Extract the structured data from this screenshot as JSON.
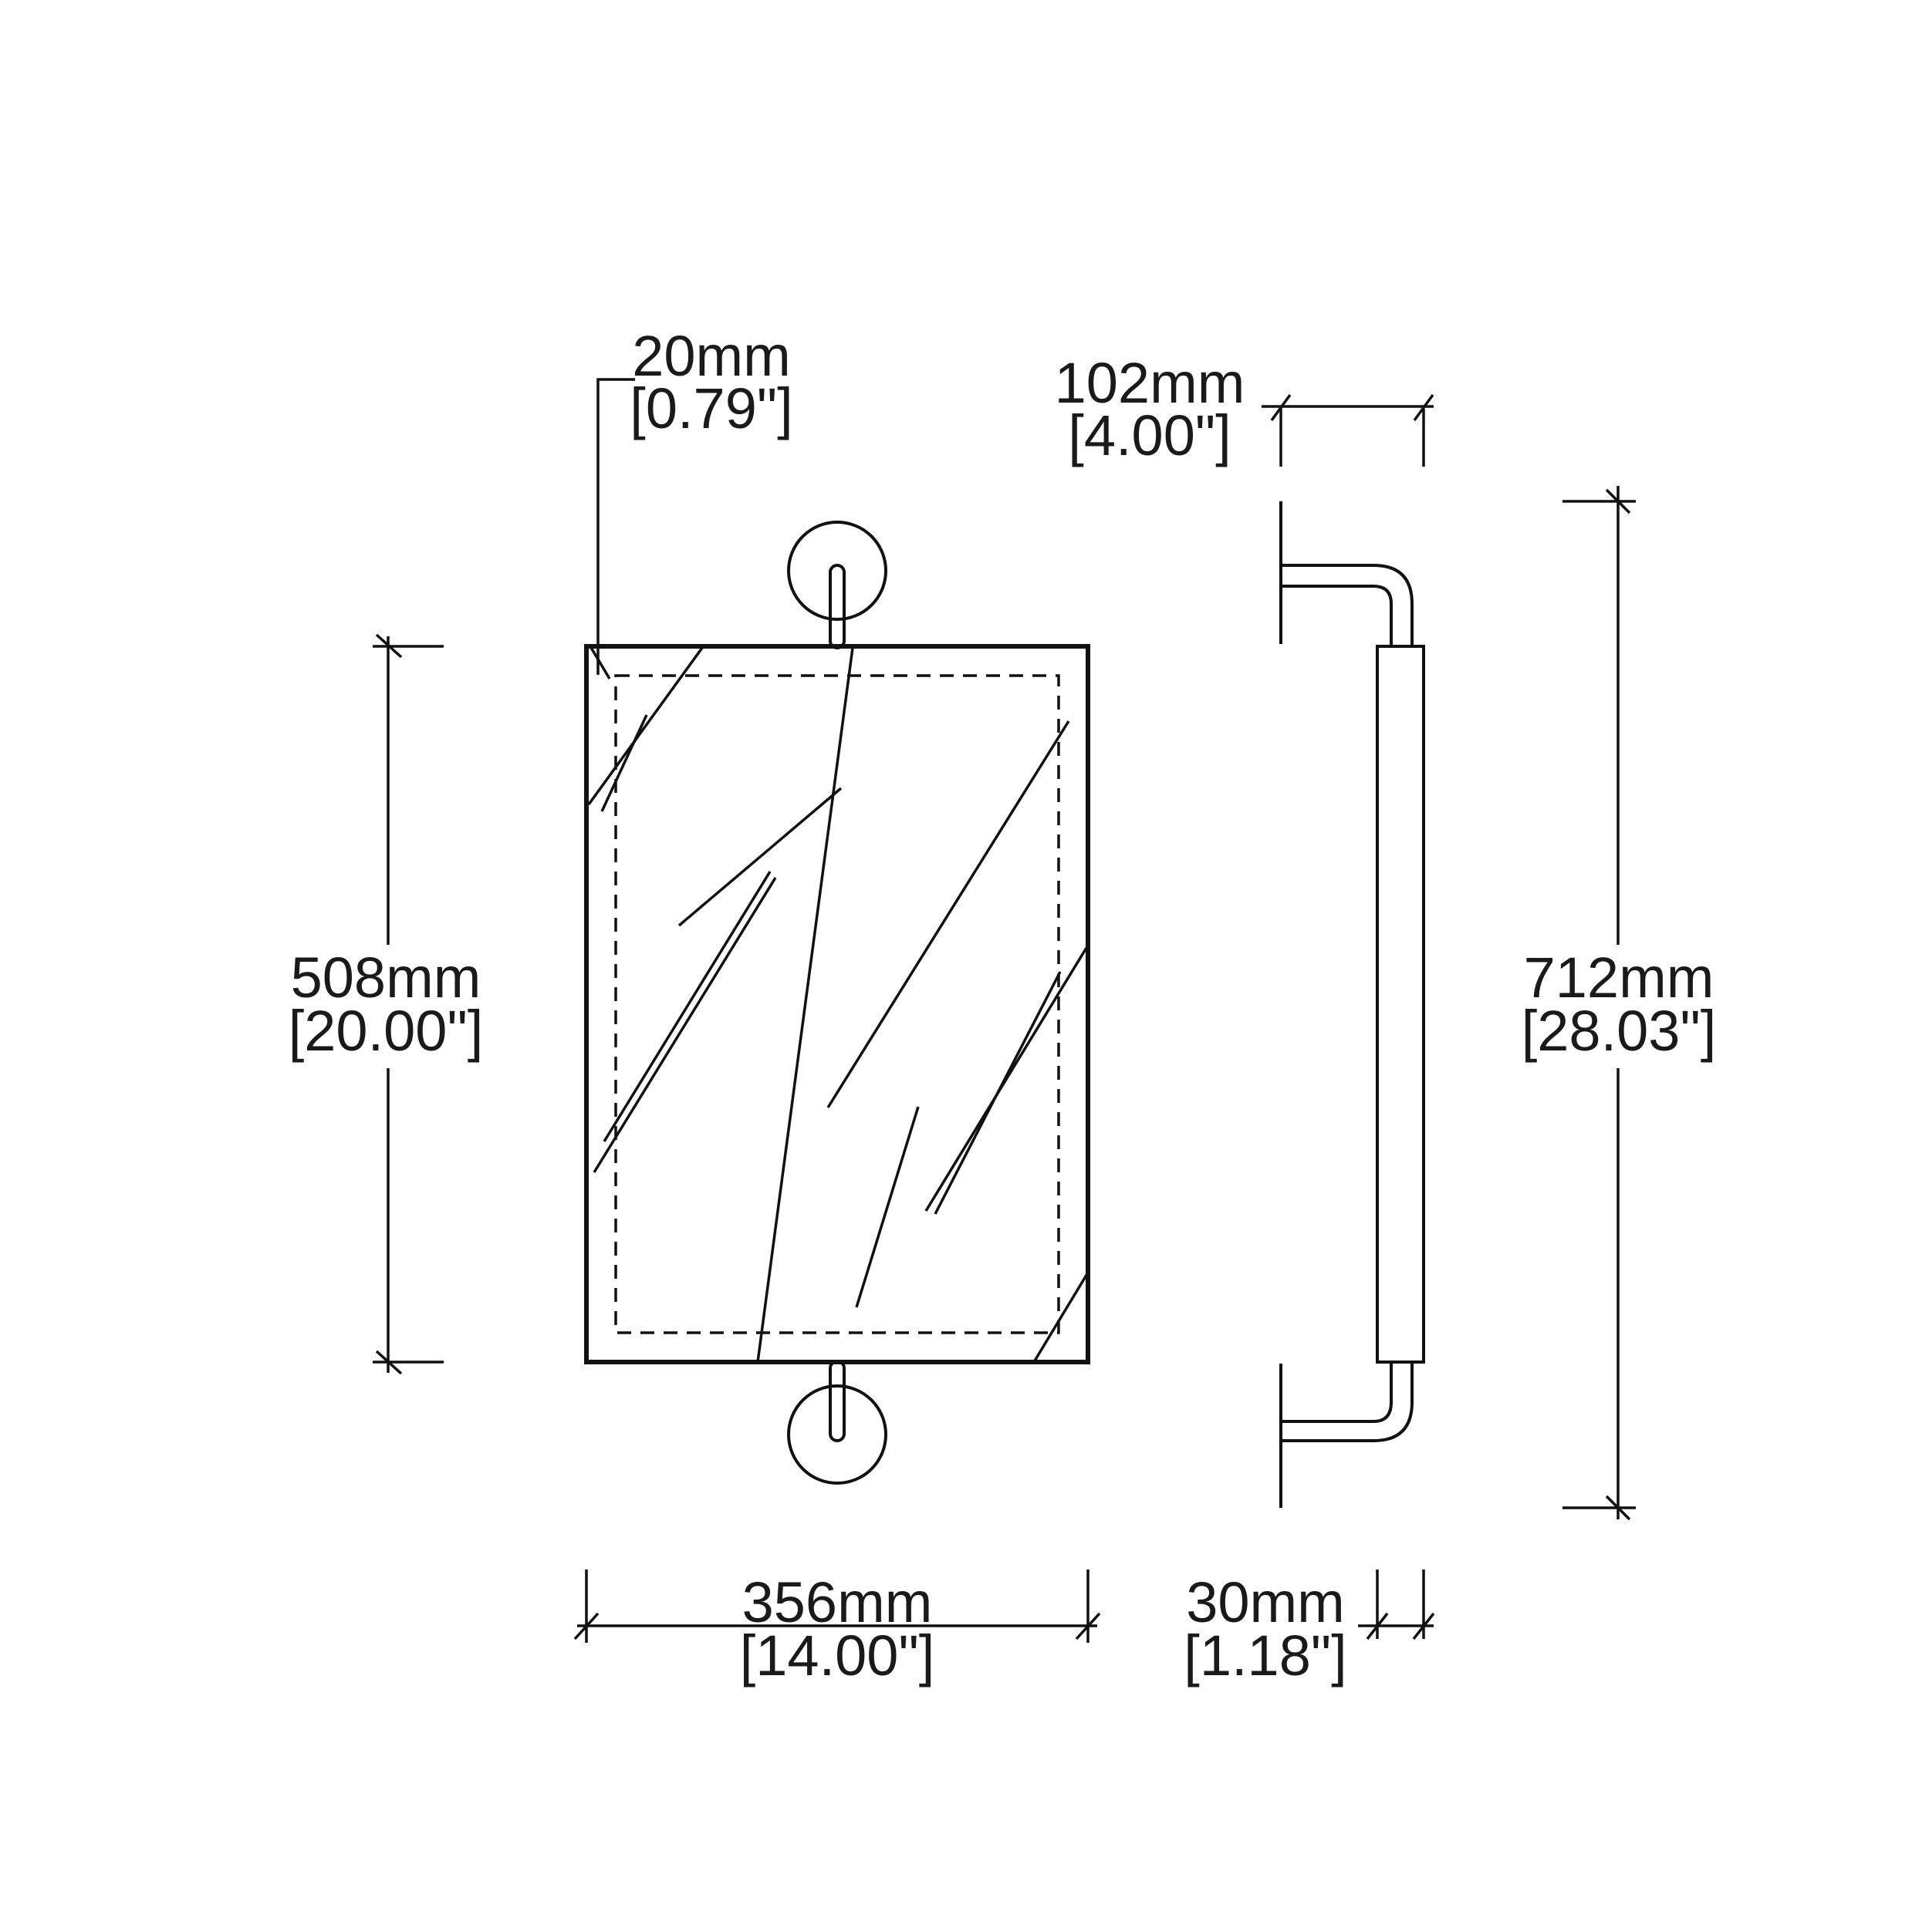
{
  "dimensions": {
    "frame_depth": {
      "metric": "20mm",
      "imperial": "[0.79\"]"
    },
    "projection": {
      "metric": "102mm",
      "imperial": "[4.00\"]"
    },
    "mirror_height": {
      "metric": "508mm",
      "imperial": "[20.00\"]"
    },
    "overall_height": {
      "metric": "712mm",
      "imperial": "[28.03\"]"
    },
    "mirror_width": {
      "metric": "356mm",
      "imperial": "[14.00\"]"
    },
    "thickness": {
      "metric": "30mm",
      "imperial": "[1.18\"]"
    }
  }
}
